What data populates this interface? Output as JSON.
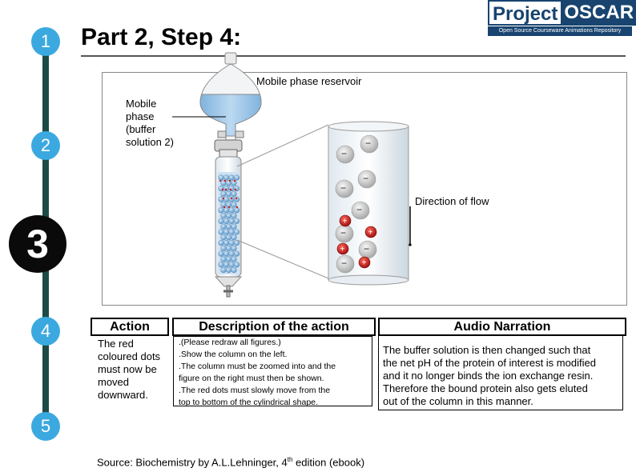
{
  "header": {
    "title": "Part 2, Step 4:"
  },
  "logo": {
    "word1": "Project",
    "word2": "OSCAR",
    "tagline": "Open Source Courseware Animations Repository"
  },
  "steps": [
    "1",
    "2",
    "3",
    "4",
    "5"
  ],
  "diagram": {
    "reservoir_label": "Mobile phase reservoir",
    "mobile_phase_label": [
      "Mobile",
      "phase",
      "(buffer",
      "solution 2)"
    ],
    "flow_label": "Direction of flow",
    "colors": {
      "liquid": "#9cc6ea",
      "bead": "#6fa7d6",
      "red": "#cc1f1f",
      "step_blue": "#3ba9e0",
      "dark": "#1d4a45"
    }
  },
  "table": {
    "headers": {
      "action": "Action",
      "description": "Description of the action",
      "audio": "Audio Narration"
    },
    "action_text": [
      "The red",
      "coloured dots",
      "must now be",
      "moved",
      "downward."
    ],
    "description_lines": [
      ".(Please redraw all figures.)",
      ".Show the column on the left.",
      ".The column must be zoomed into and the",
      "figure on the right must then be shown.",
      ".The red dots must slowly move from the",
      "top to bottom of the cylindrical shape."
    ],
    "audio_lines": [
      "The buffer solution is then changed such that",
      "the net pH of the protein of interest is modified",
      "and it no longer binds the ion exchange resin.",
      "Therefore the bound protein also gets eluted",
      "out  of the column in this manner."
    ]
  },
  "source": {
    "prefix": "Source: Biochemistry by A.L.Lehninger, 4",
    "sup": "th",
    "suffix": " edition (ebook)"
  }
}
